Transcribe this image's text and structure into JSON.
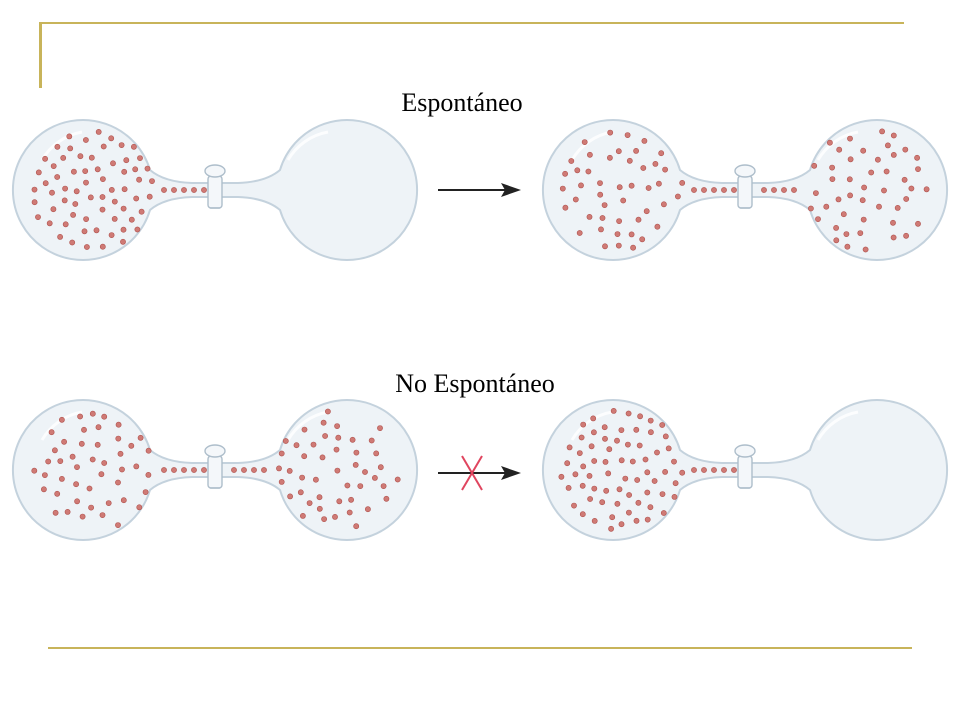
{
  "captions": {
    "spontaneous": "Espontáneo",
    "non_spontaneous": "No Espontáneo"
  },
  "colors": {
    "frame": "#c8b45a",
    "glass_fill": "#eef3f7",
    "glass_stroke": "#c4d2dd",
    "molecule": "#cf7a75",
    "molecule_stroke": "#b0524e",
    "arrow": "#222222",
    "cross": "#e0455f"
  },
  "scenes": [
    {
      "id": "spontaneous-before",
      "left": "full",
      "right": "empty",
      "connector": "full"
    },
    {
      "id": "spontaneous-after",
      "left": "half",
      "right": "half",
      "connector": "full"
    },
    {
      "id": "non-spontaneous-before",
      "left": "half",
      "right": "half",
      "connector": "full"
    },
    {
      "id": "non-spontaneous-after",
      "left": "full",
      "right": "empty",
      "connector": "full"
    }
  ],
  "arrows": [
    {
      "id": "spontaneous-arrow",
      "crossed": false
    },
    {
      "id": "non-spontaneous-arrow",
      "crossed": true
    }
  ]
}
